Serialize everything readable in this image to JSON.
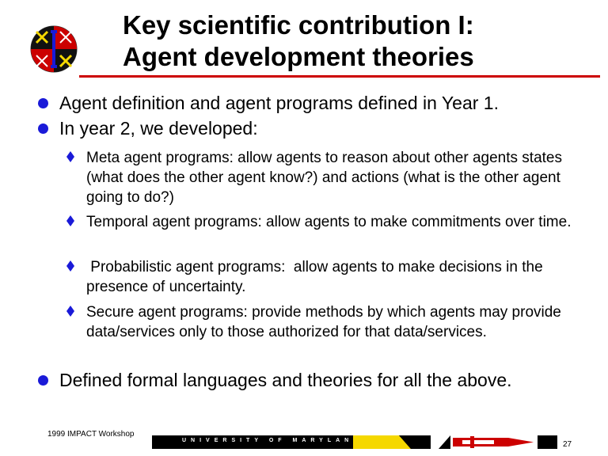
{
  "slide": {
    "title_line1": "Key scientific contribution I:",
    "title_line2": "Agent development theories",
    "bullets": [
      "Agent definition and agent programs defined in Year 1.",
      "In year 2, we developed:"
    ],
    "sub_bullets": [
      "Meta agent programs: allow agents to reason about other agents states (what does the other agent know?) and actions (what is the other agent going to do?)",
      "Temporal agent programs:  allow agents to make commitments over time.",
      " Probabilistic agent programs:  allow agents to make decisions in the presence of uncertainty.",
      "Secure agent programs: provide methods by which agents may provide data/services only to those authorized for that data/services."
    ],
    "final_bullet": "Defined formal languages and theories for all the above."
  },
  "footer": {
    "workshop": "1999 IMPACT Workshop",
    "university": "UNIVERSITY OF MARYLAND",
    "page_number": "27"
  },
  "colors": {
    "accent_red": "#cc0000",
    "bullet_blue": "#1a1ad8",
    "maryland_gold": "#f5d800"
  },
  "icons": {
    "logo": "university-of-maryland-logo",
    "bullet": "circle-bullet-icon",
    "sub_bullet": "diamond-bullet-icon"
  }
}
